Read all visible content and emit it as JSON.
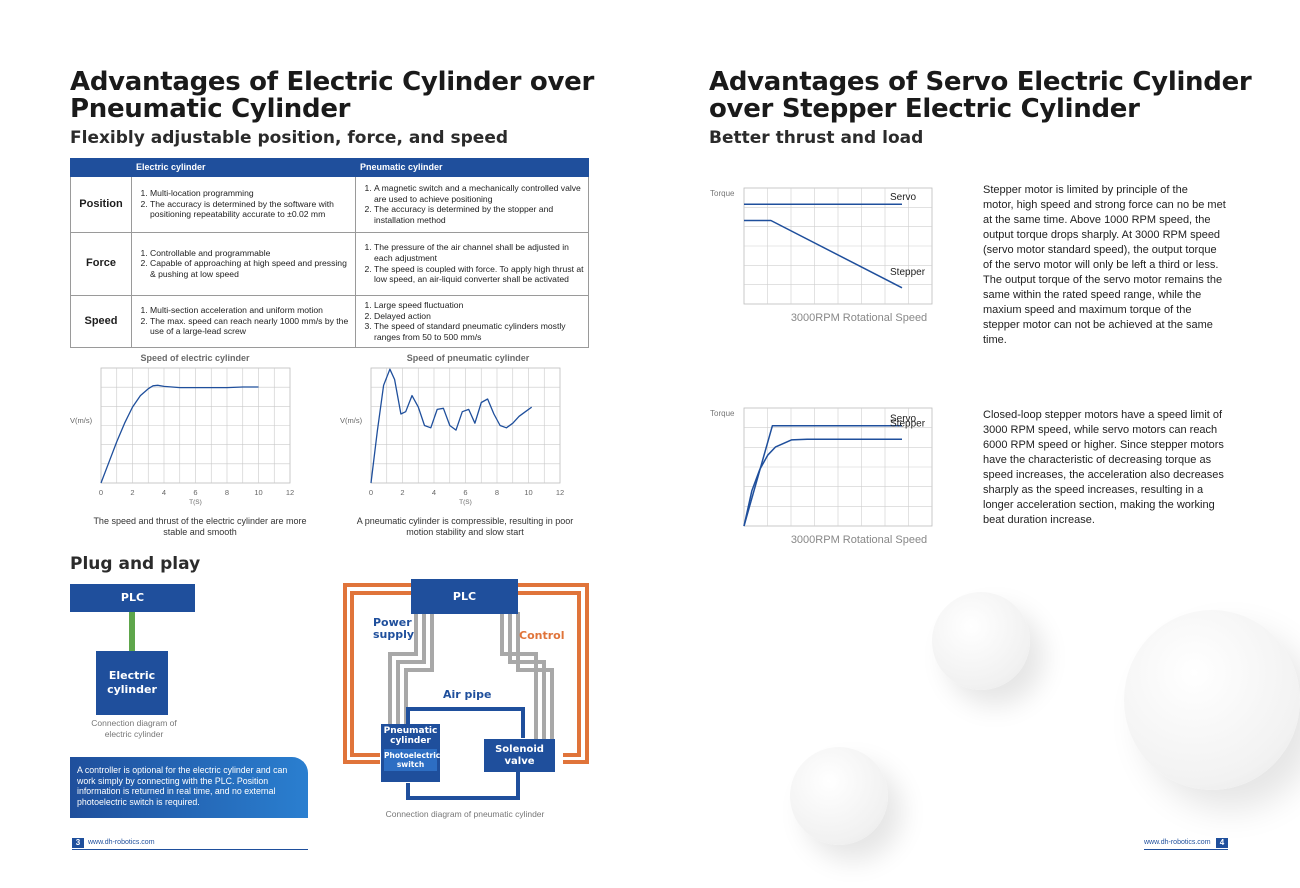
{
  "left": {
    "title_line1": "Advantages of Electric Cylinder over",
    "title_line2": "Pneumatic Cylinder",
    "subtitle": "Flexibly adjustable position, force, and speed",
    "table": {
      "headers": [
        "",
        "Electric cylinder",
        "Pneumatic cylinder"
      ],
      "rows": [
        {
          "label": "Position",
          "electric": [
            "Multi-location programming",
            "The accuracy is determined by the software with positioning repeatability accurate to ±0.02 mm"
          ],
          "pneumatic": [
            "A magnetic switch and a mechanically controlled valve are used to achieve positioning",
            "The accuracy is determined by the stopper and installation method"
          ]
        },
        {
          "label": "Force",
          "electric": [
            "Controllable and programmable",
            "Capable of approaching at high speed and pressing & pushing at low speed"
          ],
          "pneumatic": [
            "The pressure of the air channel shall be adjusted in each adjustment",
            "The speed is coupled with force. To apply high thrust at low speed, an air-liquid converter shall be activated"
          ]
        },
        {
          "label": "Speed",
          "electric": [
            "Multi-section acceleration and uniform motion",
            "The max. speed can reach nearly 1000 mm/s by the use of a large-lead screw"
          ],
          "pneumatic": [
            "Large speed fluctuation",
            "Delayed action",
            "The speed of standard pneumatic cylinders mostly ranges from 50 to 500 mm/s"
          ]
        }
      ]
    },
    "chart_electric_caption_line1": "The speed and thrust of the electric cylinder are more",
    "chart_electric_caption_line2": "stable and smooth",
    "chart_pneumatic_caption_line1": "A pneumatic cylinder is compressible, resulting in poor",
    "chart_pneumatic_caption_line2": "motion stability and slow start",
    "plug_title": "Plug and play",
    "plc_label": "PLC",
    "electric_cyl_line1": "Electric",
    "electric_cyl_line2": "cylinder",
    "conn_electric_line1": "Connection diagram of",
    "conn_electric_line2": "electric cylinder",
    "info_box_lines": [
      "A controller is optional for the electric cylinder and can",
      "work simply by connecting with the PLC. Position",
      "information is returned in real time, and no external",
      "photoelectric switch is required."
    ],
    "pn_plc": "PLC",
    "power_supply_line1": "Power",
    "power_supply_line2": "supply",
    "control_label": "Control",
    "air_pipe_label": "Air pipe",
    "pneumatic_cyl_line1": "Pneumatic",
    "pneumatic_cyl_line2": "cylinder",
    "photo_line1": "Photoelectric",
    "photo_line2": "switch",
    "solenoid_line1": "Solenoid",
    "solenoid_line2": "valve",
    "conn_pneumatic": "Connection diagram of pneumatic cylinder",
    "footer_page": "3",
    "footer_url": "www.dh-robotics.com"
  },
  "right": {
    "title_line1": "Advantages of Servo Electric Cylinder",
    "title_line2": "over Stepper Electric Cylinder",
    "subtitle": "Better thrust and load",
    "para1_lines": [
      "Stepper motor is limited by principle of the",
      "motor, high speed and strong force can no be met",
      "at the same time. Above 1000 RPM speed, the",
      "output torque drops sharply. At 3000 RPM speed",
      "(servo motor standard speed), the output torque",
      "of the servo motor will only be left a third or less.",
      "The output torque of the servo motor remains the",
      "same within the rated speed range, while the",
      "maxium speed and maximum torque of the",
      "stepper motor can not be achieved at the same",
      "time."
    ],
    "para2_lines": [
      "Closed-loop stepper motors have a speed limit of",
      "3000 RPM speed, while servo motors can reach",
      "6000 RPM speed or higher. Since stepper motors",
      "have the characteristic of decreasing torque as",
      "speed increases, the acceleration also decreases",
      "sharply as the speed increases, resulting in a",
      "longer acceleration section, making the working",
      "beat duration increase."
    ],
    "footer_url": "www.dh-robotics.com",
    "footer_page": "4"
  },
  "colors": {
    "blue": "#1f4f9c",
    "orange": "#e0743a",
    "gray_pipe": "#a8a8a8",
    "green": "#5ea64b"
  },
  "chart_data": [
    {
      "type": "line",
      "title": "Speed of electric cylinder",
      "xlabel": "T(S)",
      "ylabel": "V(m/s)",
      "xticks": [
        0,
        2,
        4,
        6,
        8,
        10,
        12
      ],
      "xlim": [
        0,
        12
      ],
      "ylim": [
        0,
        1
      ],
      "series": [
        {
          "x": [
            0,
            0.5,
            1,
            1.5,
            2,
            2.5,
            3,
            3.3,
            3.6,
            4,
            5,
            6,
            7,
            8,
            9,
            10
          ],
          "y": [
            0,
            0.18,
            0.36,
            0.52,
            0.66,
            0.76,
            0.82,
            0.845,
            0.85,
            0.84,
            0.83,
            0.83,
            0.83,
            0.83,
            0.835,
            0.835
          ]
        }
      ]
    },
    {
      "type": "line",
      "title": "Speed of pneumatic cylinder",
      "xlabel": "T(S)",
      "ylabel": "V(m/s)",
      "xticks": [
        0,
        2,
        4,
        6,
        8,
        10,
        12
      ],
      "xlim": [
        0,
        12
      ],
      "ylim": [
        0,
        1
      ],
      "series": [
        {
          "x": [
            0,
            0.4,
            0.8,
            1.2,
            1.5,
            1.9,
            2.2,
            2.6,
            3.0,
            3.4,
            3.8,
            4.2,
            4.6,
            5.0,
            5.4,
            5.8,
            6.2,
            6.6,
            7.0,
            7.4,
            7.8,
            8.2,
            8.6,
            9.0,
            9.4,
            9.8,
            10.2
          ],
          "y": [
            0,
            0.45,
            0.85,
            0.99,
            0.9,
            0.6,
            0.62,
            0.76,
            0.66,
            0.5,
            0.48,
            0.64,
            0.65,
            0.5,
            0.46,
            0.62,
            0.64,
            0.52,
            0.7,
            0.73,
            0.6,
            0.5,
            0.48,
            0.52,
            0.58,
            0.62,
            0.66
          ]
        }
      ]
    },
    {
      "type": "line",
      "xlabel": "3000RPM Rotational Speed",
      "ylabel": "Torque",
      "series": [
        {
          "name": "Servo",
          "x": [
            0,
            1
          ],
          "y": [
            0.86,
            0.86
          ]
        },
        {
          "name": "Stepper",
          "x": [
            0,
            0.17,
            1
          ],
          "y": [
            0.72,
            0.72,
            0.14
          ]
        }
      ]
    },
    {
      "type": "line",
      "xlabel": "3000RPM Rotational Speed",
      "ylabel": "Torque",
      "series": [
        {
          "name": "Servo",
          "x": [
            0,
            0.18,
            1
          ],
          "y": [
            0,
            0.85,
            0.85
          ]
        },
        {
          "name": "Stepper",
          "x": [
            0,
            0.05,
            0.1,
            0.15,
            0.2,
            0.3,
            0.4,
            0.5,
            1
          ],
          "y": [
            0,
            0.3,
            0.48,
            0.6,
            0.67,
            0.73,
            0.735,
            0.735,
            0.735
          ]
        }
      ]
    }
  ]
}
